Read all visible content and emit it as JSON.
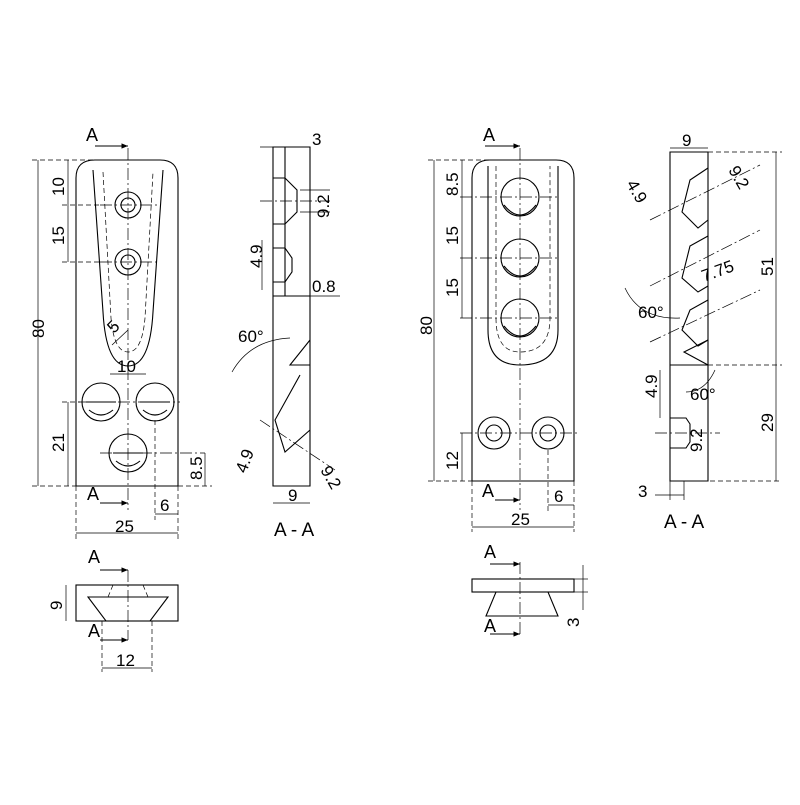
{
  "colors": {
    "ink": "#000000",
    "background": "#ffffff"
  },
  "left_part": {
    "front_view": {
      "section_mark_top": "A",
      "section_mark_bottom": "A",
      "dim_overall_height": "80",
      "dim_top_hole_offset": "10",
      "dim_hole_pitch": "15",
      "dim_bottom_holes_height": "21",
      "dim_slot_radius": "5",
      "dim_hole_spacing": "10",
      "dim_lower_hole_offset": "8.5",
      "dim_width": "25",
      "dim_edge_offset": "6"
    },
    "section_view": {
      "title": "A - A",
      "dim_top_thickness": "3",
      "dim_countersink_dia": "9.2",
      "dim_hole_dia": "4.9",
      "dim_recess": "0.8",
      "dim_angle": "60°",
      "dim_angled_hole_dia": "4.9",
      "dim_angled_countersink_dia": "9.2",
      "dim_thickness": "9"
    },
    "bottom_view": {
      "section_mark_top": "A",
      "section_mark_bottom": "A",
      "dim_height": "9",
      "dim_width": "12"
    }
  },
  "right_part": {
    "front_view": {
      "section_mark_top": "A",
      "section_mark_bottom": "A",
      "dim_overall_height": "80",
      "dim_top_hole_offset": "8.5",
      "dim_hole_pitch_1": "15",
      "dim_hole_pitch_2": "15",
      "dim_bottom_hole_height": "12",
      "dim_width": "25",
      "dim_edge_offset": "6"
    },
    "section_view": {
      "title": "A - A",
      "dim_thickness": "9",
      "dim_hole_dia": "4.9",
      "dim_countersink_dia": "9.2",
      "dim_spacing": "7.75",
      "dim_angle_upper": "60°",
      "dim_angle_lower": "60°",
      "dim_upper_length": "51",
      "dim_lower_length": "29",
      "dim_lower_hole_dia": "4.9",
      "dim_lower_countersink_dia": "9.2",
      "dim_base_thickness": "3"
    },
    "bottom_view": {
      "section_mark_top": "A",
      "section_mark_bottom": "A",
      "dim_height": "3"
    }
  }
}
